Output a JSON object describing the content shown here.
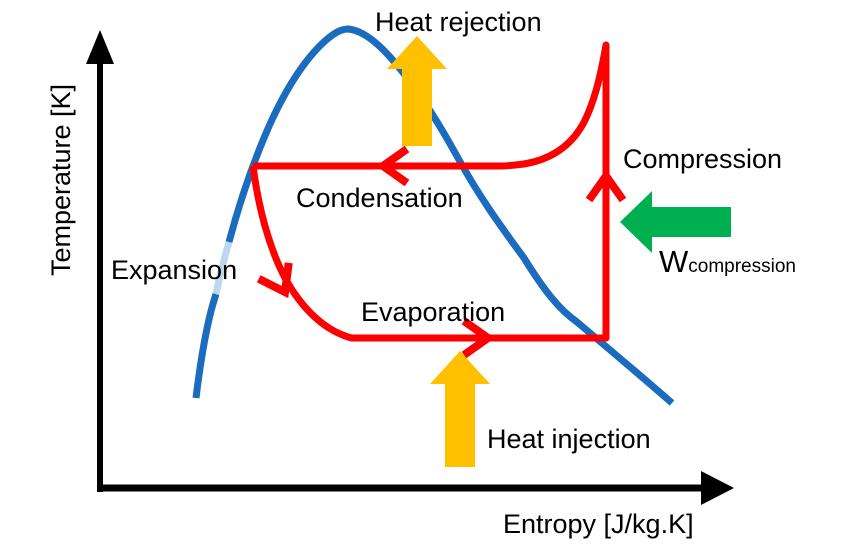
{
  "figure": {
    "type": "temperature-entropy refrigeration cycle diagram",
    "y_axis_label": "Temperature [K]",
    "x_axis_label": "Entropy [J/kg.K]",
    "labels": {
      "heat_rejection": "Heat rejection",
      "condensation": "Condensation",
      "compression": "Compression",
      "expansion": "Expansion",
      "evaporation": "Evaporation",
      "heat_injection": "Heat injection"
    },
    "work_label": {
      "symbol": "W",
      "subscript": "compression"
    },
    "colors": {
      "red": "#FF0000",
      "blue": "#1B6CBE",
      "lightblue": "#BDD7EE",
      "gold": "#FFC000",
      "green": "#00B050",
      "black": "#000000"
    }
  }
}
